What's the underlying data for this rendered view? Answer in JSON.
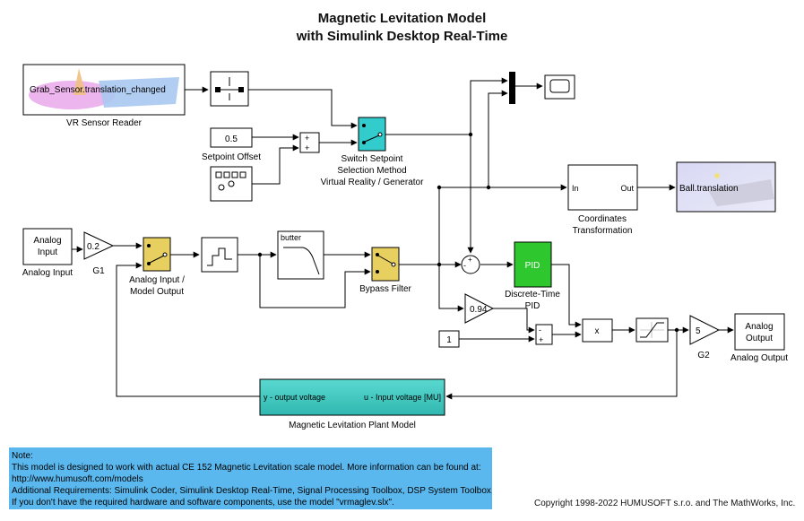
{
  "title": {
    "line1": "Magnetic Levitation Model",
    "line2": "with Simulink Desktop Real-Time"
  },
  "blocks": {
    "vr_sensor": {
      "port_label": "Grab_Sensor.translation_changed",
      "name": "VR Sensor Reader"
    },
    "setpoint": {
      "value": "0.5",
      "name": "Setpoint Offset"
    },
    "sum1_signs": [
      "+",
      "+"
    ],
    "switch_setpoint": {
      "name_lines": [
        "Switch Setpoint",
        "Selection Method",
        "Virtual Reality / Generator"
      ]
    },
    "coord_transform": {
      "in_label": "In",
      "out_label": "Out",
      "name_lines": [
        "Coordinates",
        "Transformation"
      ]
    },
    "ball_translation": {
      "label": "Ball.translation"
    },
    "analog_input": {
      "lines": [
        "Analog",
        "Input"
      ],
      "name": "Analog Input"
    },
    "g1": {
      "gain": "0.2",
      "name": "G1"
    },
    "switch_analog": {
      "name_lines": [
        "Analog Input /",
        "Model Output"
      ]
    },
    "butter": {
      "label": "butter"
    },
    "bypass_filter": {
      "name": "Bypass Filter"
    },
    "sum2_signs": [
      "-",
      "+"
    ],
    "pid": {
      "label": "PID",
      "name_lines": [
        "Discrete-Time",
        "PID"
      ]
    },
    "gain094": {
      "value": "0.94"
    },
    "const1": {
      "value": "1"
    },
    "sum3_signs": [
      "-",
      "+"
    ],
    "product": {
      "label": "x"
    },
    "g2": {
      "gain": "5",
      "name": "G2"
    },
    "analog_output": {
      "lines": [
        "Analog",
        "Output"
      ],
      "name": "Analog Output"
    },
    "plant": {
      "left_label": "y - output voltage",
      "right_label": "u - Input voltage [MU]",
      "name": "Magnetic Levitation Plant Model"
    }
  },
  "note": {
    "lines": [
      "Note:",
      "This model is designed to work with actual CE 152 Magnetic Levitation scale model. More information can be found at:",
      "http://www.humusoft.com/models",
      "Additional Requirements: Simulink Coder, Simulink Desktop Real-Time, Signal Processing Toolbox, DSP System Toolbox.",
      "If you don't have the required hardware and software components, use the model \"vrmaglev.slx\"."
    ]
  },
  "copyright": "Copyright 1998-2022 HUMUSOFT s.r.o. and The MathWorks, Inc.",
  "colors": {
    "switch_cyan": "#33cccc",
    "switch_yellow": "#e8d060",
    "pid_green": "#2ec82e",
    "plant_teal": "#40c8c0",
    "note_blue": "#5bb8ee"
  }
}
